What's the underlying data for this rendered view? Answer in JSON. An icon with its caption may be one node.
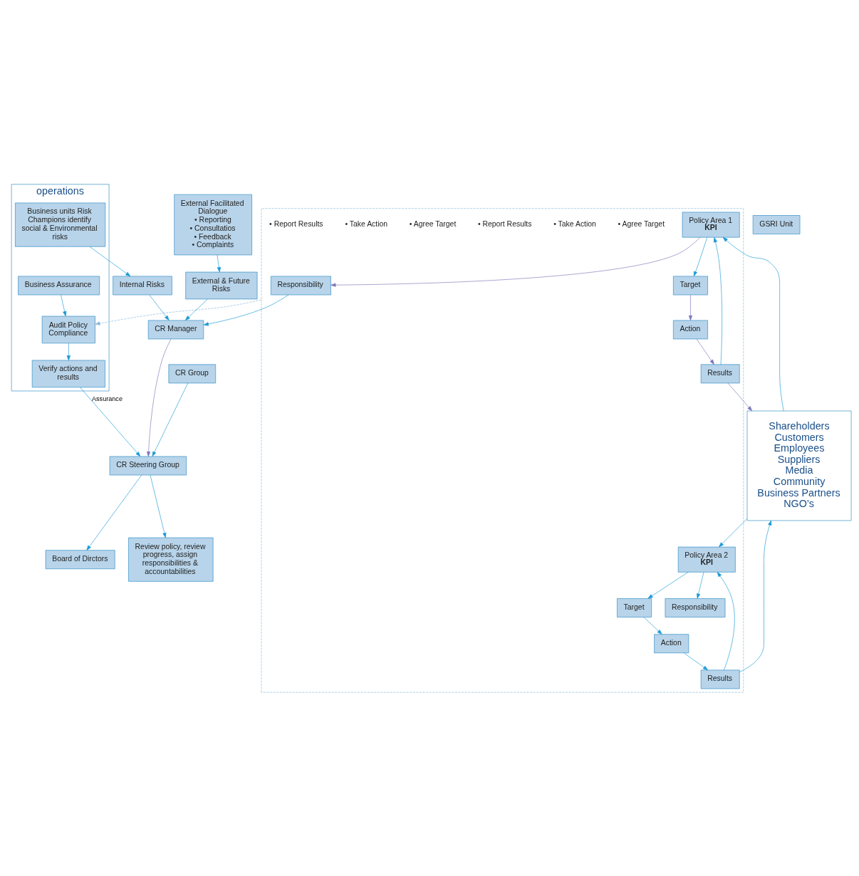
{
  "diagram": {
    "nodes": [
      {
        "text": [
          "operations"
        ]
      },
      {
        "text": [
          "Business units Risk Champions identify social & Environmental risks"
        ],
        "in": 0
      },
      {
        "text": [
          "Business Assurance"
        ],
        "in": 0
      },
      {
        "text": [
          "Audit Policy Compliance"
        ],
        "in": 0
      },
      {
        "text": [
          "Verify actions and results"
        ],
        "in": 0
      },
      {
        "text": [],
        "shape": "box"
      },
      {
        "text": [
          "Responsibility"
        ],
        "in": 5
      },
      {
        "text": [
          "Policy Area 1",
          "KPI"
        ],
        "in": 5
      },
      {
        "text": [
          "Target"
        ],
        "in": 5
      },
      {
        "text": [
          "Action"
        ],
        "in": 5
      },
      {
        "text": [
          "Results"
        ],
        "in": 5
      },
      {
        "text": [
          "Responsibility"
        ],
        "in": 5
      },
      {
        "text": [
          "Policy Area 2",
          "KPI"
        ],
        "in": 5
      },
      {
        "text": [
          "Target"
        ],
        "in": 5
      },
      {
        "text": [
          "Action"
        ],
        "in": 5
      },
      {
        "text": [
          "Results"
        ],
        "in": 5
      },
      {
        "text": [
          "Shareholders",
          "Customers",
          "Employees",
          "Suppliers",
          "Media",
          "Community",
          "Business Partners",
          "NGO’s"
        ]
      },
      {
        "text": [
          "Internal Risks"
        ]
      },
      {
        "text": [
          "CR Manager"
        ]
      },
      {
        "text": [
          "External & Future Risks"
        ]
      },
      {
        "text": [
          "CR Steering Group"
        ]
      },
      {
        "text": [
          "CR Group"
        ]
      },
      {
        "text": [
          "GSRI Unit"
        ]
      },
      {
        "text": [
          "Review policy, review progress, assign responsibilities & accountabilities"
        ]
      },
      {
        "text": [
          "Board of Dirctors"
        ]
      },
      {
        "text": [
          "External Facilitated Dialogue",
          "• Reporting",
          "• Consultatios",
          "• Feedback",
          "• Complaints"
        ]
      }
    ],
    "edges": [
      {
        "from": 7,
        "to": 6,
        "arrow": "to",
        "color": "#7a78b8"
      },
      {
        "from": 7,
        "to": 8,
        "arrow": "to"
      },
      {
        "from": 8,
        "to": 9,
        "arrow": "to",
        "color": "#7a78b8"
      },
      {
        "from": 9,
        "to": 10,
        "arrow": "to",
        "color": "#7a78b8"
      },
      {
        "from": 10,
        "to": 7,
        "arrow": "to"
      },
      {
        "from": 10,
        "to": 16,
        "arrow": "to",
        "color": "#7a78b8"
      },
      {
        "from": 16,
        "to": 7,
        "arrow": "to"
      },
      {
        "from": 12,
        "to": 11,
        "arrow": "to"
      },
      {
        "from": 12,
        "to": 13,
        "arrow": "to"
      },
      {
        "from": 13,
        "to": 14,
        "arrow": "to"
      },
      {
        "from": 14,
        "to": 15,
        "arrow": "to"
      },
      {
        "from": 15,
        "to": 12,
        "arrow": "to"
      },
      {
        "from": 15,
        "to": 16,
        "arrow": "to"
      },
      {
        "from": 16,
        "to": 12,
        "arrow": "to"
      },
      {
        "from": 6,
        "to": 18,
        "arrow": "to"
      },
      {
        "from": 5,
        "to": 3,
        "arrow": "to",
        "style": "dashed",
        "color": "#8ab8dc"
      },
      {
        "from": 1,
        "to": 17,
        "arrow": "to"
      },
      {
        "from": 2,
        "to": 3,
        "arrow": "to"
      },
      {
        "from": 3,
        "to": 4,
        "arrow": "to"
      },
      {
        "from": 4,
        "to": 20,
        "label": "Assurance",
        "arrow": "to"
      },
      {
        "from": 17,
        "to": 18,
        "arrow": "to"
      },
      {
        "from": 19,
        "to": 18,
        "arrow": "to"
      },
      {
        "from": 25,
        "to": 19,
        "arrow": "to"
      },
      {
        "from": 18,
        "to": 20,
        "arrow": "to",
        "color": "#7a78b8"
      },
      {
        "from": 21,
        "to": 20,
        "arrow": "to"
      },
      {
        "from": 20,
        "to": 23,
        "arrow": "to"
      },
      {
        "from": 20,
        "to": 24,
        "arrow": "to"
      }
    ],
    "labels": [
      "• Agree Target",
      "• Take Action",
      "• Report Results",
      "• Agree Target",
      "• Take Action",
      "• Report Results"
    ]
  }
}
